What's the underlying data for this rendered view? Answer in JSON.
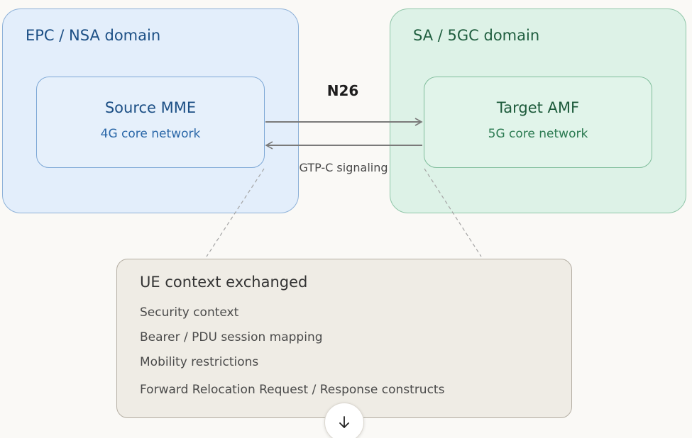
{
  "domains": {
    "left": {
      "title": "EPC / NSA domain"
    },
    "right": {
      "title": "SA / 5GC domain"
    }
  },
  "nodes": {
    "source": {
      "title": "Source MME",
      "subtitle": "4G core network"
    },
    "target": {
      "title": "Target AMF",
      "subtitle": "5G core network"
    }
  },
  "link": {
    "label": "N26",
    "sublabel": "GTP-C signaling"
  },
  "context": {
    "title": "UE context exchanged",
    "items": [
      "Security context",
      "Bearer / PDU session mapping",
      "Mobility restrictions",
      "Forward Relocation Request / Response constructs"
    ]
  },
  "icons": {
    "scroll": "arrow-down-icon"
  },
  "colors": {
    "epc_fill": "#e3eefb",
    "epc_border": "#8db1d8",
    "sa_fill": "#ddf2e7",
    "sa_border": "#8fc6a8",
    "context_fill": "#efece5",
    "arrow": "#7a7a7a"
  }
}
